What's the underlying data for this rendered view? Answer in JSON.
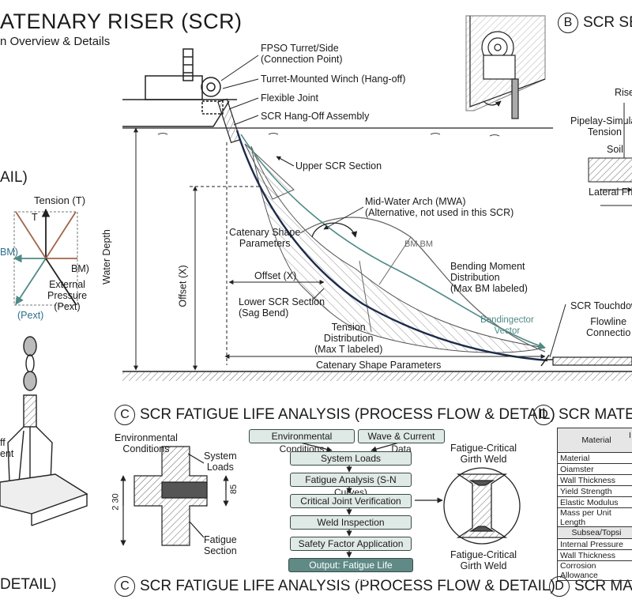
{
  "header": {
    "title": "ATENARY RISER (SCR)",
    "subtitle": "n Overview & Details"
  },
  "section_b": {
    "label": "SCR SEA",
    "letter": "B"
  },
  "section_a_detail": {
    "label": "AIL)"
  },
  "vector_diagram": {
    "tension_label": "Tension (T)",
    "t_label": "T",
    "bm_left": "BM)",
    "bm_right": "BM)",
    "external_pressure": "External\nPressure\n(Pext)",
    "pext_left": "(Pext)"
  },
  "main_diagram": {
    "labels": {
      "fpso": "FPSO Turret/Side\n(Connection Point)",
      "winch": "Turret-Mounted Winch (Hang-off)",
      "flex_joint": "Flexible Joint",
      "hangoff": "SCR Hang-Off Assembly",
      "upper_section": "Upper SCR Section",
      "mwa": "Mid-Water Arch (MWA)\n(Alternative, not used in this SCR)",
      "catenary_params": "Catenary Shape\nParameters",
      "bm_bm": "BM BM",
      "bending_moment": "Bending Moment\nDistribution\n(Max BM labeled)",
      "offset_x": "Offset (X)",
      "lower_section": "Lower SCR Section\n(Sag Bend)",
      "bendingector": "Bendingector\nVector",
      "tension_dist": "Tension\nDistribution\n(Max T labeled)",
      "touchdown": "SCR Touchdow",
      "flowline": "Flowline\nConnectio",
      "catenary_bottom": "Catenary Shape Parameters",
      "water_depth": "Water Depth",
      "offset_vert": "Offset (X)"
    }
  },
  "seabed_panel": {
    "riser": "Rise",
    "pipelay": "Pipelay-Simulat\nTension",
    "soil": "Soil",
    "lateral": "Lateral Fric"
  },
  "section_c": {
    "letter": "C",
    "title": "SCR FATIGUE LIFE ANALYSIS (PROCESS FLOW & DETAIL)",
    "title_bottom": "SCR FATIGUE LIFE ANALYSIS (PROCESS FLOW & DETAIL)",
    "joint_labels": {
      "env": "Environmental\nConditions",
      "system_loads": "System\nLoads",
      "fatigue_section": "Fatigue\nSection",
      "dim_left": "2 30",
      "dim_right": "85"
    },
    "flow_top": [
      "Environmental Conditions",
      "Wave & Current Data"
    ],
    "flow_steps": [
      "System Loads",
      "Fatigue Analysis (S-N Curves)",
      "Critical Joint Verification",
      "Weld Inspection",
      "Safety Factor Application"
    ],
    "flow_output": "Output: Fatigue Life Verification",
    "weld_top": "Fatigue-Critical\nGirth Weld",
    "weld_bottom": "Fatigue-Critical\nGirth Weld"
  },
  "anchor_detail": {
    "label_left": "ff\nent",
    "bottom_label": "DETAIL)"
  },
  "section_d": {
    "letter": "D",
    "title": "SCR MATERIA",
    "title_bottom": "SCR MATE",
    "table_header": "Material",
    "table_header2": "I",
    "rows": [
      "Material",
      "Oiamster",
      "Wall Thickness",
      "Yield Strength",
      "Elastic Modulus",
      "Mass per Unit Length"
    ],
    "sub_header": "Subsea/Topsi",
    "sub_rows": [
      "Internal Pressure",
      "Wall Thickness",
      "Corrosion Allowance"
    ]
  },
  "colors": {
    "riser": "#1c2b4a",
    "teal": "#4f8a86",
    "box_fill": "#dfe9e6",
    "hatch": "#555555"
  }
}
